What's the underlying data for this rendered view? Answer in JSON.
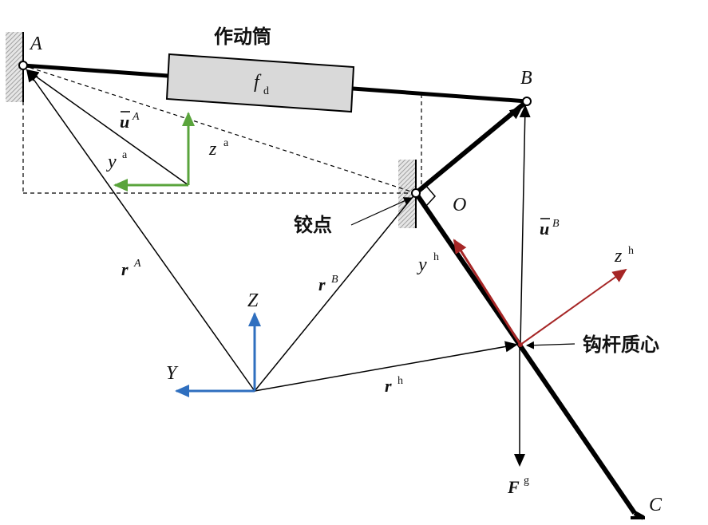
{
  "labels": {
    "actuator": "作动筒",
    "hinge": "铰点",
    "hook_centroid": "钩杆质心",
    "point_a": "A",
    "point_b": "B",
    "point_c": "C",
    "point_o": "O",
    "force_symbol": "f",
    "force_subscript": "d",
    "u_a": "u",
    "u_a_sup": "A",
    "u_b": "u",
    "u_b_sup": "B",
    "r_a": "r",
    "r_a_sup": "A",
    "r_b": "r",
    "r_b_sup": "B",
    "r_h": "r",
    "r_h_sup": "h",
    "y_a": "y",
    "y_a_sup": "a",
    "z_a": "z",
    "z_a_sup": "a",
    "y_h": "y",
    "y_h_sup": "h",
    "z_h": "z",
    "z_h_sup": "h",
    "global_z": "Z",
    "global_y": "Y",
    "gravity": "F",
    "gravity_sup": "g"
  },
  "colors": {
    "line": "#000000",
    "green_axes": "#5aa43c",
    "blue_axes": "#2f6fbf",
    "red_axes": "#a62626",
    "actuator_fill": "#d9d9d9",
    "wall_hatch": "#b5b5b5"
  }
}
